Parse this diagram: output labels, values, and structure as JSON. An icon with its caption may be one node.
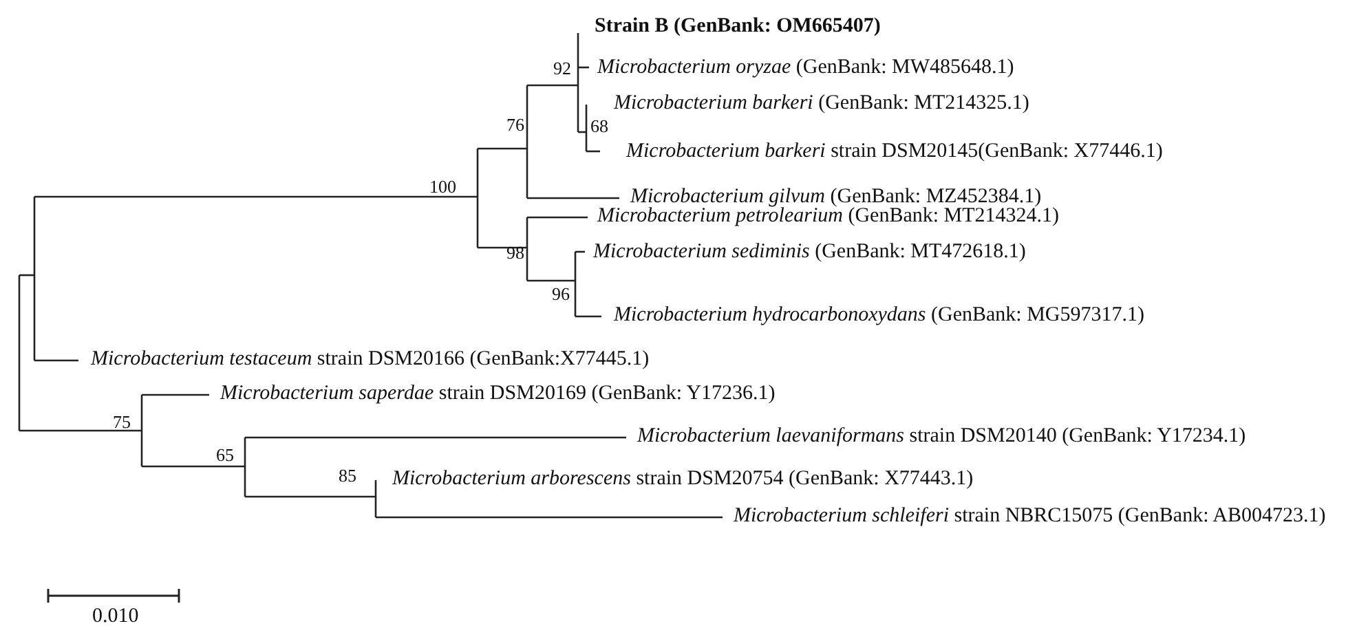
{
  "diagram": {
    "labels": [
      "Strain B (GenBank: OM665407)",
      "92",
      "*Microbacterium oryzae* (GenBank: MW485648.1)",
      "*Microbacterium barkeri* (GenBank: MT214325.1)",
      "68",
      "*Microbacterium barkeri* strain DSM20145(GenBank: X77446.1)",
      "76",
      "*Microbacterium gilvum* (GenBank: MZ452384.1)",
      "100",
      "*Microbacterium petrolearium* (GenBank: MT214324.1)",
      "98",
      "*Microbacterium sediminis* (GenBank: MT472618.1)",
      "96",
      "*Microbacterium hydrocarbonoxydans* (GenBank: MG597317.1)",
      "*Microbacterium testaceum* strain DSM20166 (GenBank:X77445.1)",
      "*Microbacterium saperdae* strain DSM20169 (GenBank: Y17236.1)",
      "75",
      "*Microbacterium laevaniformans* strain DSM20140 (GenBank: Y17234.1)",
      "65",
      "85",
      "*Microbacterium arborescens* strain DSM20754 (GenBank: X77443.1)",
      "*Microbacterium schleiferi* strain NBRC15075 (GenBank: AB004723.1)",
      "0.010"
    ]
  }
}
